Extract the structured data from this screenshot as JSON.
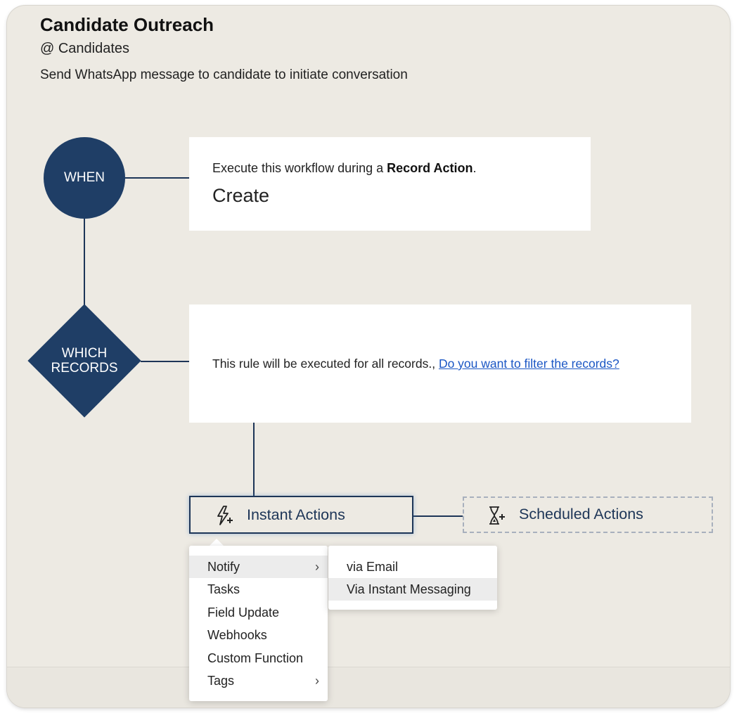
{
  "header": {
    "title": "Candidate Outreach",
    "module": "@ Candidates",
    "description": "Send WhatsApp message to candidate to initiate conversation"
  },
  "when": {
    "label": "WHEN",
    "prefix": "Execute this workflow during a ",
    "bold": "Record Action",
    "suffix": ".",
    "action": "Create"
  },
  "which": {
    "label_line1": "WHICH",
    "label_line2": "RECORDS",
    "rule_text": "This rule will be executed for all records.,",
    "filter_link": "Do you want to filter the records?"
  },
  "actions": {
    "instant": "Instant Actions",
    "scheduled": "Scheduled Actions",
    "instant_icon": "lightning-plus-icon",
    "scheduled_icon": "hourglass-plus-icon"
  },
  "menu": {
    "items": [
      {
        "label": "Notify",
        "has_submenu": true,
        "active": true
      },
      {
        "label": "Tasks"
      },
      {
        "label": "Field Update"
      },
      {
        "label": "Webhooks"
      },
      {
        "label": "Custom Function"
      },
      {
        "label": "Tags",
        "has_submenu": true
      }
    ],
    "chevron": "›",
    "submenu": [
      {
        "label": "via Email"
      },
      {
        "label": "Via Instant Messaging",
        "active": true
      }
    ]
  },
  "colors": {
    "node": "#1f3e66",
    "line": "#1d3557",
    "link": "#1a56c4",
    "background": "#edeae3"
  }
}
